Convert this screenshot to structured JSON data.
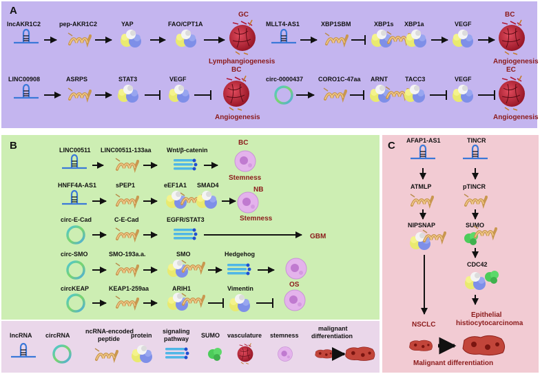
{
  "panel_a": {
    "letter": "A",
    "row1": {
      "lncrna": "lncAKR1C2",
      "peptide": "pep-AKR1C2",
      "protein1": "YAP",
      "protein2": "FAO/CPT1A",
      "cancer": "GC",
      "outcome": "Lymphangiogenesis",
      "lncrna_b": "MLLT4-AS1",
      "peptide_b": "XBP1SBM",
      "protein_b1": "XBP1s",
      "protein_b2": "XBP1a",
      "protein_b3": "VEGF",
      "cancer_b": "BC",
      "outcome_b": "Angiogenesis"
    },
    "row2": {
      "lncrna": "LINC00908",
      "peptide": "ASRPS",
      "protein1": "STAT3",
      "protein2": "VEGF",
      "cancer": "BC",
      "outcome": "Angiogenesis",
      "circrna": "circ-0000437",
      "peptide_b": "CORO1C-47aa",
      "protein_b1": "ARNT",
      "protein_b2": "TACC3",
      "protein_b3": "VEGF",
      "cancer_b": "EC",
      "outcome_b": "Angiogenesis"
    }
  },
  "panel_b": {
    "letter": "B",
    "rows": [
      {
        "rna": "LINC00511",
        "peptide": "LINC00511-133aa",
        "target": "Wnt/β-catenin",
        "cancer": "BC",
        "outcome": "Stemness"
      },
      {
        "rna": "HNFF4A-AS1",
        "peptide": "sPEP1",
        "target": "eEF1A1",
        "target2": "SMAD4",
        "cancer": "NB",
        "outcome": "Stemness"
      },
      {
        "rna": "circ-E-Cad",
        "peptide": "C-E-Cad",
        "target": "EGFR/STAT3",
        "cancer": "GBM"
      },
      {
        "rna": "circ-SMO",
        "peptide": "SMO-193a.a.",
        "target": "SMO",
        "target2": "Hedgehog"
      },
      {
        "rna": "circKEAP",
        "peptide": "KEAP1-259aa",
        "target": "ARIH1",
        "target2": "Vimentin",
        "cancer": "OS"
      }
    ]
  },
  "panel_c": {
    "letter": "C",
    "left": {
      "rna": "AFAP1-AS1",
      "peptide": "ATMLP",
      "protein": "NIPSNAP",
      "outcome": "NSCLC"
    },
    "right": {
      "rna": "TINCR",
      "peptide": "pTINCR",
      "protein": "SUMO",
      "protein2": "CDC42",
      "outcome_line1": "Epithelial",
      "outcome_line2": "histiocytocarcinoma"
    },
    "bottom": "Malignant differentiation"
  },
  "legend": {
    "lncrna": "lncRNA",
    "circrna": "circRNA",
    "peptide_line1": "ncRNA-encoded",
    "peptide_line2": "peptide",
    "protein": "protein",
    "pathway_line1": "signaling",
    "pathway_line2": "pathway",
    "sumo": "SUMO",
    "vasculature": "vasculature",
    "stemness": "stemness",
    "malignant_line1": "malignant",
    "malignant_line2": "differentiation"
  },
  "colors": {
    "panel_a_bg": "#c4b5ef",
    "panel_b_bg": "#cdeeb3",
    "panel_c_bg": "#f2cbd3",
    "legend_bg": "#ead7ea",
    "outcome_text": "#8b1a1a",
    "rna_stroke": "#3a78d8",
    "pathway": "#4fb6e6"
  }
}
